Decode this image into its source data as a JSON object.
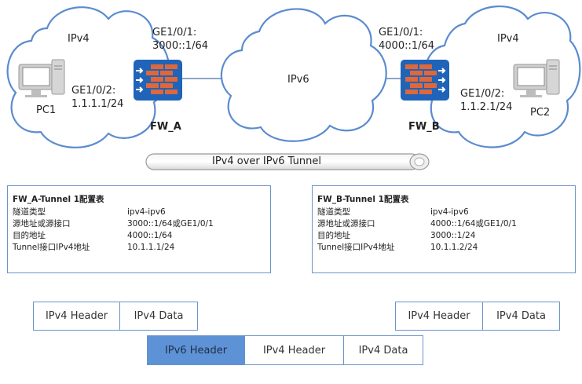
{
  "left_site": {
    "cloud_label": "IPv4",
    "pc_label": "PC1",
    "inner_interface": "GE1/0/2:",
    "inner_address": "1.1.1.1/24",
    "outer_interface": "GE1/0/1:",
    "outer_address": "3000::1/64",
    "firewall_label": "FW_A"
  },
  "core": {
    "cloud_label": "IPv6"
  },
  "right_site": {
    "cloud_label": "IPv4",
    "pc_label": "PC2",
    "inner_interface": "GE1/0/2:",
    "inner_address": "1.1.2.1/24",
    "outer_interface": "GE1/0/1:",
    "outer_address": "4000::1/64",
    "firewall_label": "FW_B"
  },
  "tunnel": {
    "label": "IPv4 over IPv6 Tunnel"
  },
  "config_a": {
    "title": "FW_A-Tunnel 1配置表",
    "rows": [
      {
        "key": "隧道类型",
        "value": "ipv4-ipv6"
      },
      {
        "key": "源地址或源接口",
        "value": "3000::1/64或GE1/0/1"
      },
      {
        "key": "目的地址",
        "value": "4000::1/64"
      },
      {
        "key": "Tunnel接口IPv4地址",
        "value": "10.1.1.1/24"
      }
    ]
  },
  "config_b": {
    "title": "FW_B-Tunnel 1配置表",
    "rows": [
      {
        "key": "隧道类型",
        "value": "ipv4-ipv6"
      },
      {
        "key": "源地址或源接口",
        "value": "4000::1/64或GE1/0/1"
      },
      {
        "key": "目的地址",
        "value": "3000::1/24"
      },
      {
        "key": "Tunnel接口IPv4地址",
        "value": "10.1.1.2/24"
      }
    ]
  },
  "packets": {
    "left": [
      "IPv4 Header",
      "IPv4 Data"
    ],
    "right": [
      "IPv4 Header",
      "IPv4 Data"
    ],
    "encapsulated": [
      "IPv6 Header",
      "IPv4 Header",
      "IPv4 Data"
    ]
  },
  "colors": {
    "cloud_stroke": "#5b8bd0",
    "firewall": "#1f64b8",
    "firewall_brick": "#e0673a",
    "pc": "#c8c8c8",
    "box_border": "#6b93c9",
    "ipv6_header_fill": "#5e92d6"
  }
}
